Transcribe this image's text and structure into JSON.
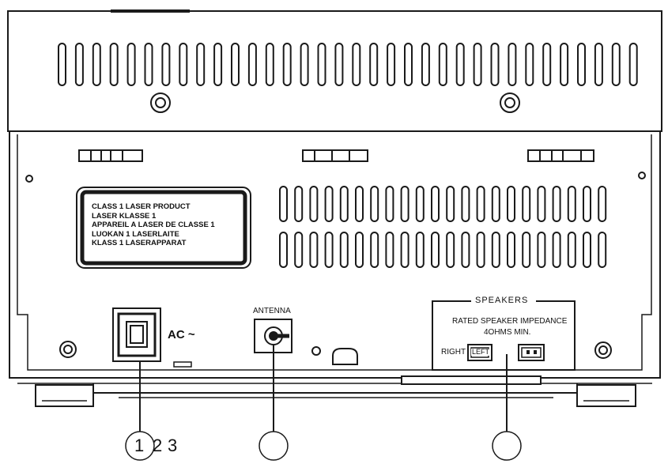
{
  "laser_label": {
    "lines": [
      "CLASS 1 LASER PRODUCT",
      "LASER KLASSE 1",
      "APPAREIL A LASER DE CLASSE 1",
      "LUOKAN 1 LASERLAITE",
      "KLASS 1 LASERAPPARAT"
    ]
  },
  "ac_label": "AC ~",
  "antenna_label": "ANTENNA",
  "speakers": {
    "title": "SPEAKERS",
    "rating_line1": "RATED SPEAKER IMPEDANCE",
    "rating_line2": "4OHMS MIN.",
    "right_label": "RIGHT",
    "left_label": "LEFT"
  },
  "callouts": [
    {
      "number": "1"
    },
    {
      "number": "2"
    },
    {
      "number": "3"
    }
  ],
  "colors": {
    "line": "#1a1a1a",
    "background": "#ffffff",
    "label_fill": "#ffffff"
  }
}
